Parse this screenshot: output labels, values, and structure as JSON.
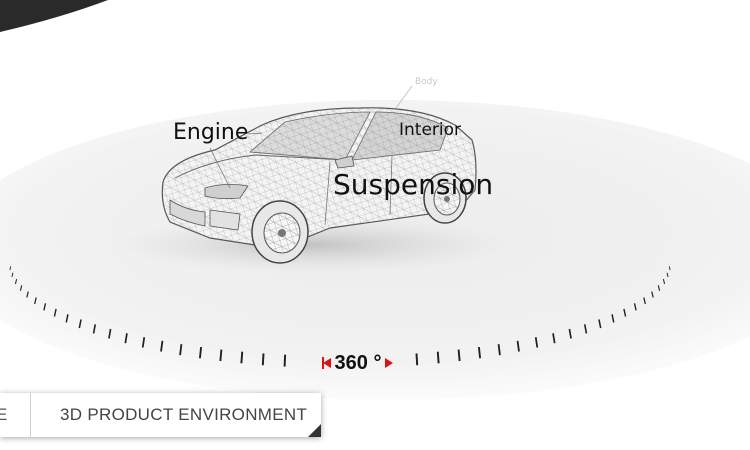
{
  "hotspots": {
    "engine": "Engine",
    "interior": "Interior",
    "suspension": "Suspension",
    "body": "Body"
  },
  "rotation": {
    "value": "360 °",
    "icons": {
      "left": "arrow-left-icon",
      "right": "arrow-right-icon"
    },
    "accent_color": "#e01010"
  },
  "footer": {
    "prev_label": "E",
    "title": "3D PRODUCT ENVIRONMENT"
  }
}
